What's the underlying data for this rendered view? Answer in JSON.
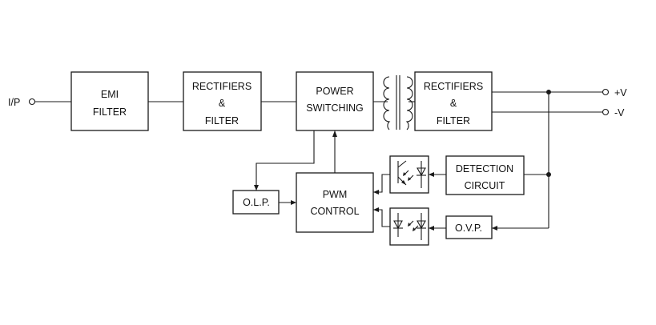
{
  "input": {
    "label": "I/P"
  },
  "emi_filter": {
    "line1": "EMI",
    "line2": "FILTER"
  },
  "rectifiers_in": {
    "line1": "RECTIFIERS",
    "line2": "&",
    "line3": "FILTER"
  },
  "power_switching": {
    "line1": "POWER",
    "line2": "SWITCHING"
  },
  "rectifiers_out": {
    "line1": "RECTIFIERS",
    "line2": "&",
    "line3": "FILTER"
  },
  "outputs": {
    "positive": "+V",
    "negative": "-V"
  },
  "detection": {
    "line1": "DETECTION",
    "line2": "CIRCUIT"
  },
  "ovp": {
    "label": "O.V.P."
  },
  "olp": {
    "label": "O.L.P."
  },
  "pwm": {
    "line1": "PWM",
    "line2": "CONTROL"
  }
}
